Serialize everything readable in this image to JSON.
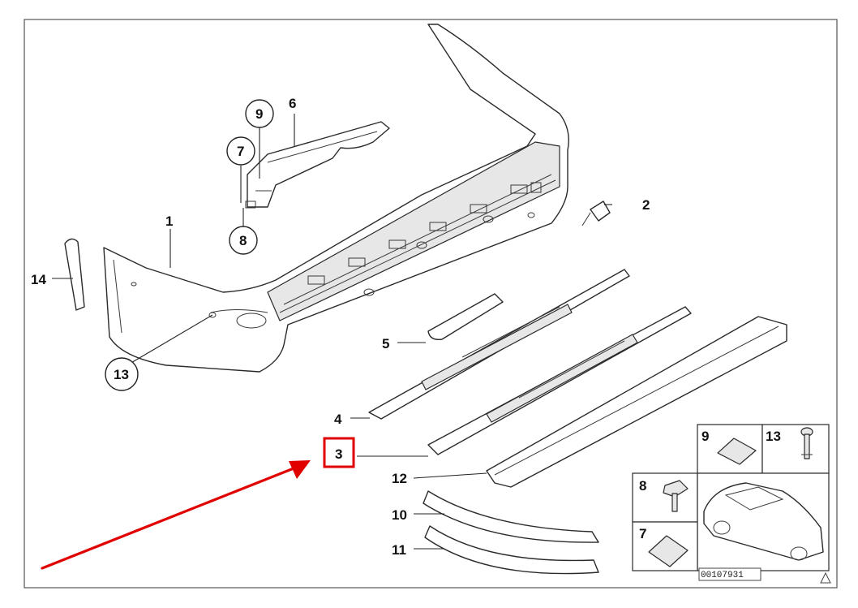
{
  "diagram": {
    "callouts": [
      "1",
      "2",
      "3",
      "4",
      "5",
      "6",
      "7",
      "8",
      "9",
      "10",
      "11",
      "12",
      "13",
      "14"
    ],
    "legend_labels": [
      "9",
      "13",
      "8",
      "7"
    ],
    "diagram_code": "00107931",
    "highlight_color": "#e00000",
    "outline_color": "#2a2a2a"
  }
}
